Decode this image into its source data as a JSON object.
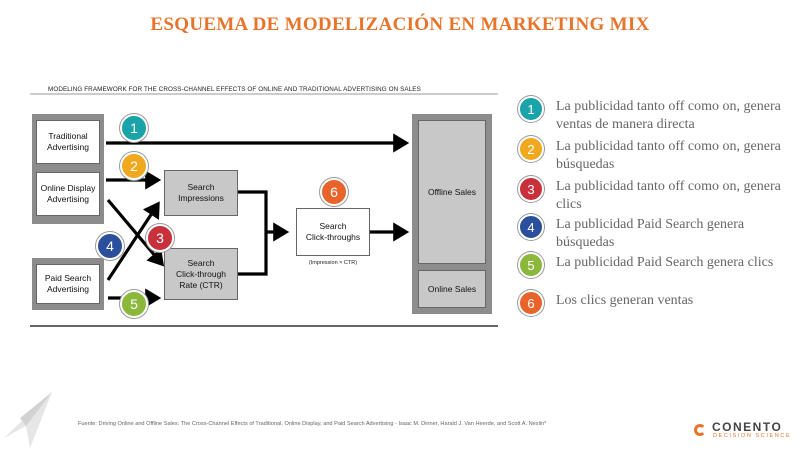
{
  "title": "ESQUEMA DE MODELIZACIÓN EN MARKETING MIX",
  "diagram": {
    "title": "MODELING FRAMEWORK FOR THE CROSS-CHANNEL EFFECTS OF ONLINE AND TRADITIONAL ADVERTISING ON SALES",
    "boxes": {
      "traditional": [
        "Traditional",
        "Advertising"
      ],
      "online_display": [
        "Online Display",
        "Advertising"
      ],
      "paid_search": [
        "Paid Search",
        "Advertising"
      ],
      "search_impressions": [
        "Search",
        "Impressions"
      ],
      "search_ctr": [
        "Search",
        "Click-through",
        "Rate (CTR)"
      ],
      "search_clicks": [
        "Search",
        "Click-throughs"
      ],
      "offline_sales": "Offline Sales",
      "online_sales": "Online Sales"
    },
    "formula": "(Impression × CTR)",
    "badges": [
      "1",
      "2",
      "3",
      "4",
      "5",
      "6"
    ]
  },
  "badge_colors": {
    "1": "#1aa3a8",
    "2": "#f0a81e",
    "3": "#c8303c",
    "4": "#2a4f9c",
    "5": "#8bb83a",
    "6": "#e8642a"
  },
  "legend": [
    {
      "num": "1",
      "text": "La publicidad tanto off como on, genera ventas de manera directa"
    },
    {
      "num": "2",
      "text": "La publicidad tanto off como on, genera búsquedas"
    },
    {
      "num": "3",
      "text": "La publicidad tanto off como on, genera clics"
    },
    {
      "num": "4",
      "text": "La publicidad Paid Search genera búsquedas"
    },
    {
      "num": "5",
      "text": "La publicidad Paid Search genera clics"
    },
    {
      "num": "6",
      "text": "Los clics generan ventas"
    }
  ],
  "source": "Fuente: Driving Online and Offline Sales: The Cross-Channel Effects of Traditional, Online Display, and Paid Search Advertising - Isaac M. Dinner, Harald J. Van Heerde, and Scott A. Neslin*",
  "logo": {
    "name": "CONENTO",
    "tagline": "DECISION SCIENCE"
  },
  "icons": {
    "logo": "conento-logo-icon",
    "decoration": "paper-plane-icon"
  }
}
